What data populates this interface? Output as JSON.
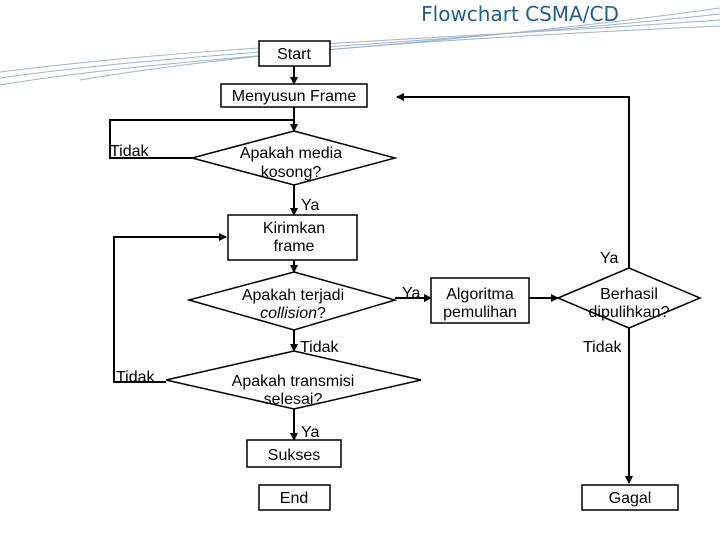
{
  "title": "Flowchart CSMA/CD",
  "nodes": {
    "start": "Start",
    "compose": "Menyusun Frame",
    "media_q": [
      "Apakah media",
      "kosong?"
    ],
    "send": [
      "Kirimkan",
      "frame"
    ],
    "collision_q": [
      "Apakah terjadi",
      "collision",
      "?"
    ],
    "backoff": [
      "Algoritma",
      "pemulihan"
    ],
    "retry_q": [
      "Berhasil",
      "dipulihkan?"
    ],
    "done_q": [
      "Apakah transmisi",
      "selesai?"
    ],
    "success": "Sukses",
    "end": "End",
    "fail": "Gagal"
  },
  "labels": {
    "no_media": "Tidak",
    "yes_media": "Ya",
    "yes_retry": "Ya",
    "yes_collision": "Ya",
    "no_collision": "Tidak",
    "no_retry": "Tidak",
    "no_done": "Tidak",
    "yes_done": "Ya"
  },
  "colors": {
    "title": "#1f5f8b",
    "lines": "#000000",
    "decor": "#9fb4cc"
  }
}
